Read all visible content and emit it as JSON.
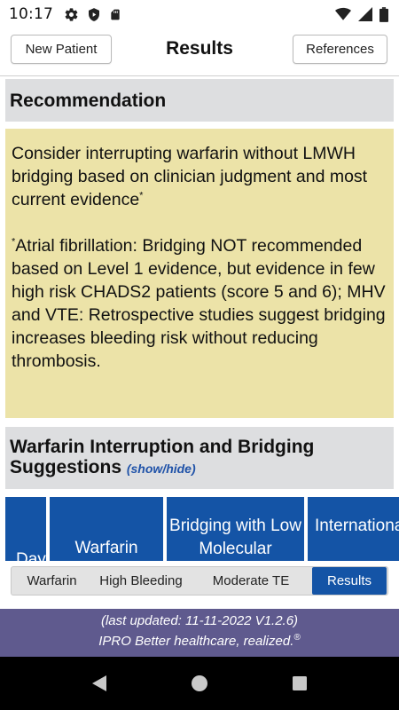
{
  "status_bar": {
    "time": "10:17",
    "left_icons": [
      "gear-icon",
      "shield-icon",
      "sim-card-icon"
    ],
    "right_icons": [
      "wifi-icon",
      "cellular-icon",
      "battery-icon"
    ]
  },
  "header": {
    "new_patient_label": "New Patient",
    "title": "Results",
    "references_label": "References"
  },
  "recommendation": {
    "heading": "Recommendation",
    "main_text": "Consider interrupting warfarin without LMWH bridging based on clinician judgment and most current evidence",
    "main_marker": "*",
    "note_marker": "*",
    "note_text": "Atrial fibrillation: Bridging NOT recommended based on Level 1 evidence, but evidence in few high risk CHADS2 patients (score 5 and 6); MHV and VTE: Retrospective studies suggest bridging increases bleeding risk without reducing thrombosis."
  },
  "suggestions": {
    "heading": "Warfarin Interruption and Bridging Suggestions",
    "toggle_label": "(show/hide)",
    "columns": [
      "Day",
      "Warfarin",
      "Bridging with Low Molecular",
      "International Normalized"
    ]
  },
  "tabs": [
    {
      "label": "Warfarin",
      "active": false
    },
    {
      "label": "High Bleeding",
      "active": false
    },
    {
      "label": "Moderate TE",
      "active": false
    },
    {
      "label": "Results",
      "active": true
    }
  ],
  "footer": {
    "updated": "(last updated: 11-11-2022 V1.2.6)",
    "tagline": "IPRO Better healthcare, realized.",
    "registered_mark": "®"
  },
  "colors": {
    "accent": "#1454a6",
    "recommendation_bg": "#ece3a8",
    "section_bg": "#dddee0",
    "footer_bg": "#5f5a8e"
  }
}
